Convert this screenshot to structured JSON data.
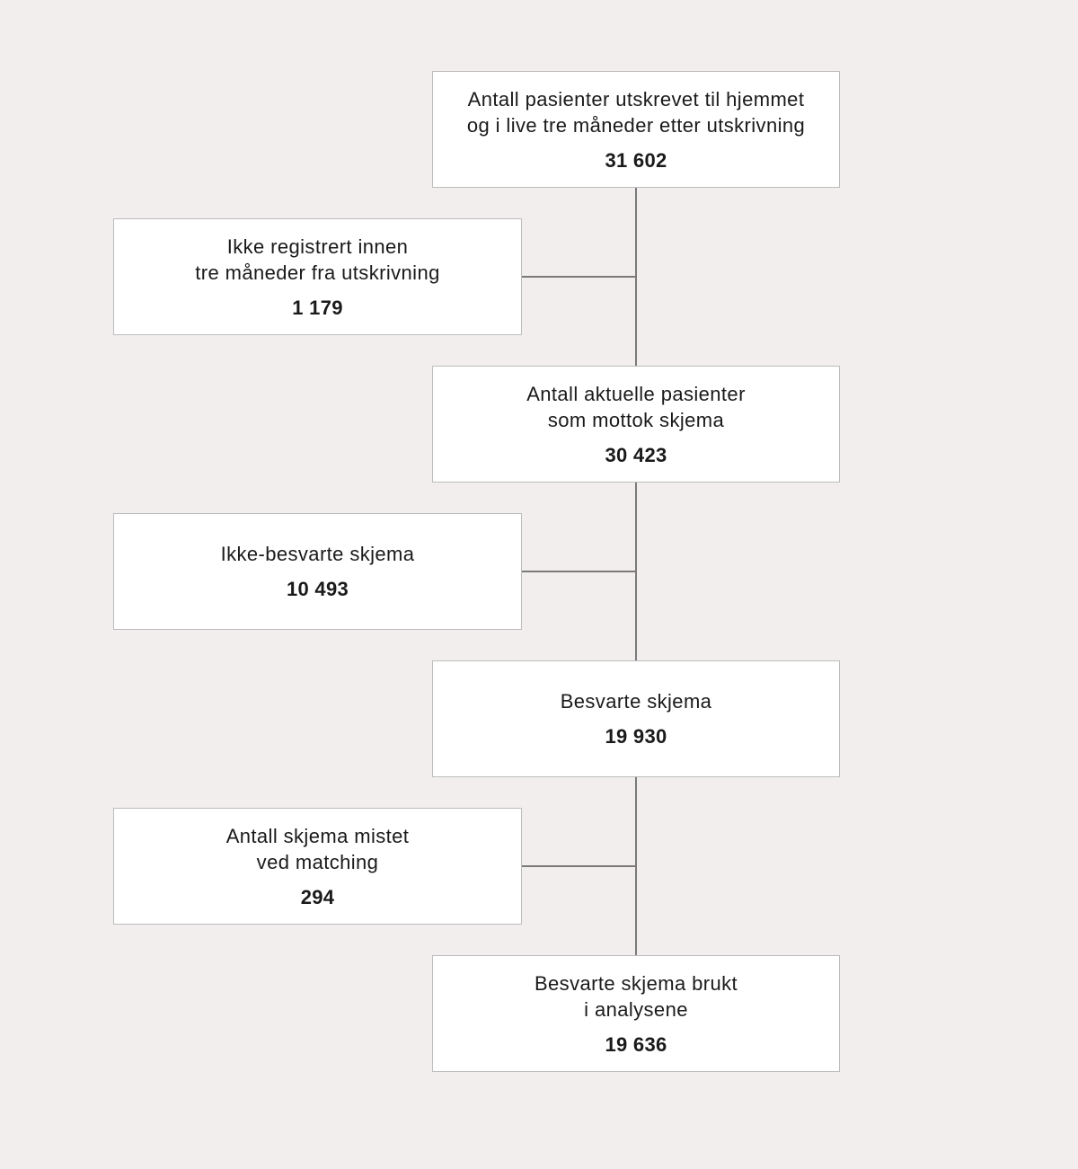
{
  "flow": {
    "total": {
      "label": "Antall pasienter utskrevet til hjemmet\nog i live tre måneder etter utskrivning",
      "count": "31 602"
    },
    "not_registered": {
      "label": "Ikke registrert innen\ntre måneder fra utskrivning",
      "count": "1 179"
    },
    "received": {
      "label": "Antall aktuelle pasienter\nsom mottok skjema",
      "count": "30 423"
    },
    "unanswered": {
      "label": "Ikke-besvarte skjema",
      "count": "10 493"
    },
    "answered": {
      "label": "Besvarte skjema",
      "count": "19 930"
    },
    "lost_matching": {
      "label": "Antall skjema mistet\nved matching",
      "count": "294"
    },
    "analysed": {
      "label": "Besvarte skjema brukt\ni analysene",
      "count": "19 636"
    }
  }
}
